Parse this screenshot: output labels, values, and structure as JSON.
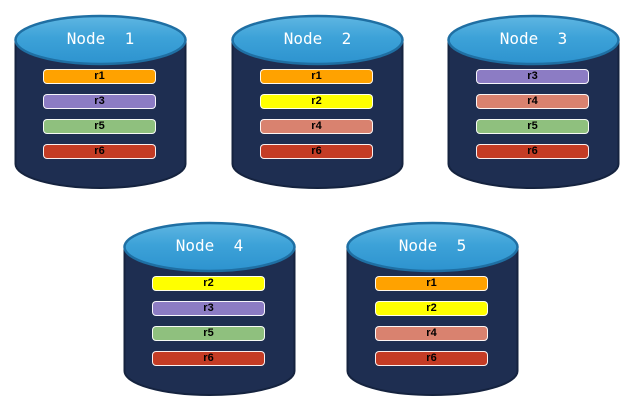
{
  "diagram": {
    "description": "Five database nodes each storing four data replicas",
    "background": "#ffffff",
    "colors": {
      "cylinder_body": "#1E2E51",
      "cylinder_outline": "#15233F",
      "ellipse_top": "#56B1DF",
      "ellipse_bottom": "#2D93CF",
      "ellipse_outline": "#1F6FA3",
      "bar_border": "#FFFFFF",
      "bar_text": "#000000",
      "title_text": "#FFFFFF"
    },
    "replica_colors": {
      "r1": "#FFA200",
      "r2": "#FFFF00",
      "r3": "#8C7CC4",
      "r4": "#D9826F",
      "r5": "#8FC07E",
      "r6": "#C43C25"
    },
    "nodes": [
      {
        "title": "Node  1",
        "replicas": [
          "r1",
          "r3",
          "r5",
          "r6"
        ]
      },
      {
        "title": "Node  2",
        "replicas": [
          "r1",
          "r2",
          "r4",
          "r6"
        ]
      },
      {
        "title": "Node  3",
        "replicas": [
          "r3",
          "r4",
          "r5",
          "r6"
        ]
      },
      {
        "title": "Node  4",
        "replicas": [
          "r2",
          "r3",
          "r5",
          "r6"
        ]
      },
      {
        "title": "Node  5",
        "replicas": [
          "r1",
          "r2",
          "r4",
          "r6"
        ]
      }
    ]
  }
}
